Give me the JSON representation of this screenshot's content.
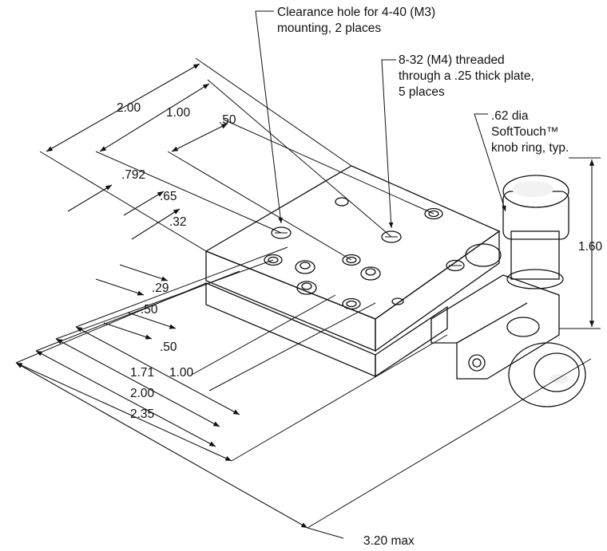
{
  "callouts": {
    "clearance_line1": "Clearance hole for 4-40 (M3)",
    "clearance_line2": "mounting, 2 places",
    "threaded_line1": "8-32 (M4) threaded",
    "threaded_line2": "through a .25 thick plate,",
    "threaded_line3": "5 places",
    "knob_line1": ".62 dia",
    "knob_line2": "SoftTouch™",
    "knob_line3": "knob ring, typ."
  },
  "dimensions": {
    "top_200": "2.00",
    "top_100": "1.00",
    "top_050": ".50",
    "left_0792": ".792",
    "left_065": ".65",
    "left_032": ".32",
    "left_029": ".29",
    "left_050": ".50",
    "left_050b": ".50",
    "bot_171": "1.71",
    "bot_100": "1.00",
    "bot_200": "2.00",
    "bot_235": "2.35",
    "height_160": "1.60",
    "overall_320": "3.20 max"
  }
}
